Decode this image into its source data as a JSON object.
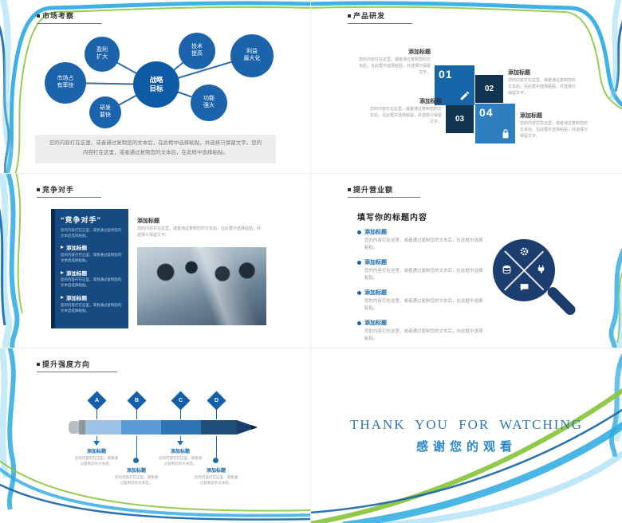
{
  "colors": {
    "primary_blue": "#1565a8",
    "light_blue": "#29a8e0",
    "green": "#8dc63f",
    "title_blue": "#2e75b6"
  },
  "s1": {
    "header": "市场考察",
    "center_bubble": "战略\n目标",
    "bubbles": [
      "盈利\n扩大",
      "市场占\n有率快",
      "研发\n要快",
      "技术\n提高",
      "利益\n最大化",
      "功能\n强大"
    ],
    "note": "您的内容打在这里，或者通过复制您的文本后，在此框中选择粘贴，并选择只保留文字。您的内容打在这里，或者通过复制您的文本后，在此框中选择粘贴。"
  },
  "s2": {
    "header": "产品研发",
    "blocks": [
      {
        "num": "01",
        "icon": "pencil-icon"
      },
      {
        "num": "02",
        "icon": ""
      },
      {
        "num": "03",
        "icon": ""
      },
      {
        "num": "04",
        "icon": "lock-icon"
      }
    ],
    "groups": [
      {
        "title": "添加标题",
        "text": "您的内容打在这里，或者通过复制您的文本后，在此框中选择粘贴，并选择只保留文字。"
      },
      {
        "title": "添加标题",
        "text": "您的内容打在这里，或者通过复制您的文本后，在此框中选择粘贴，并选择只保留文字。"
      },
      {
        "title": "添加标题",
        "text": "您的内容打在这里，或者通过复制您的文本后，在此框中选择粘贴，并选择只保留文字。"
      },
      {
        "title": "添加标题",
        "text": "您的内容打在这里，或者通过复制您的文本后，在此框中选择粘贴，并选择只保留文字。"
      }
    ]
  },
  "s3": {
    "header": "竞争对手",
    "panel": {
      "title": "“竞争对手”",
      "subtitle": "您的内容打在这里，或者通过复制您的文本后选择粘贴。",
      "items": [
        {
          "title": "添加标题",
          "text": "您的内容打在这里，或者通过复制您的文本后选择粘贴。"
        },
        {
          "title": "添加标题",
          "text": "您的内容打在这里，或者通过复制您的文本后选择粘贴。"
        },
        {
          "title": "添加标题",
          "text": "您的内容打在这里，或者通过复制您的文本后选择粘贴。"
        }
      ]
    },
    "aside": {
      "title": "添加标题",
      "text": "您的内容打在这里，或者通过复制您的文本后，在此框中选择粘贴，并选择只保留文字。"
    }
  },
  "s4": {
    "header": "提升营业额",
    "title": "填写你的标题内容",
    "items": [
      {
        "title": "添加标题",
        "text": "您的内容打在这里，或者通过复制您的文本后，在此框中选择粘贴。"
      },
      {
        "title": "添加标题",
        "text": "您的内容打在这里，或者通过复制您的文本后，在此框中选择粘贴。"
      },
      {
        "title": "添加标题",
        "text": "您的内容打在这里，或者通过复制您的文本后，在此框中选择粘贴。"
      },
      {
        "title": "添加标题",
        "text": "您的内容打在这里，或者通过复制您的文本后，在此框中选择粘贴。"
      }
    ]
  },
  "s5": {
    "header": "提升强度方向",
    "milestones": [
      {
        "letter": "A",
        "title": "添加标题",
        "text": "您的内容打在这里，或者通过复制您的文本后。"
      },
      {
        "letter": "B",
        "title": "添加标题",
        "text": "您的内容打在这里，或者通过复制您的文本后。"
      },
      {
        "letter": "C",
        "title": "添加标题",
        "text": "您的内容打在这里，或者通过复制您的文本后。"
      },
      {
        "letter": "D",
        "title": "添加标题",
        "text": "您的内容打在这里，或者通过复制您的文本后。"
      }
    ]
  },
  "s6": {
    "title_en": "THANK YOU FOR WATCHING",
    "title_cn": "感谢您的观看"
  }
}
